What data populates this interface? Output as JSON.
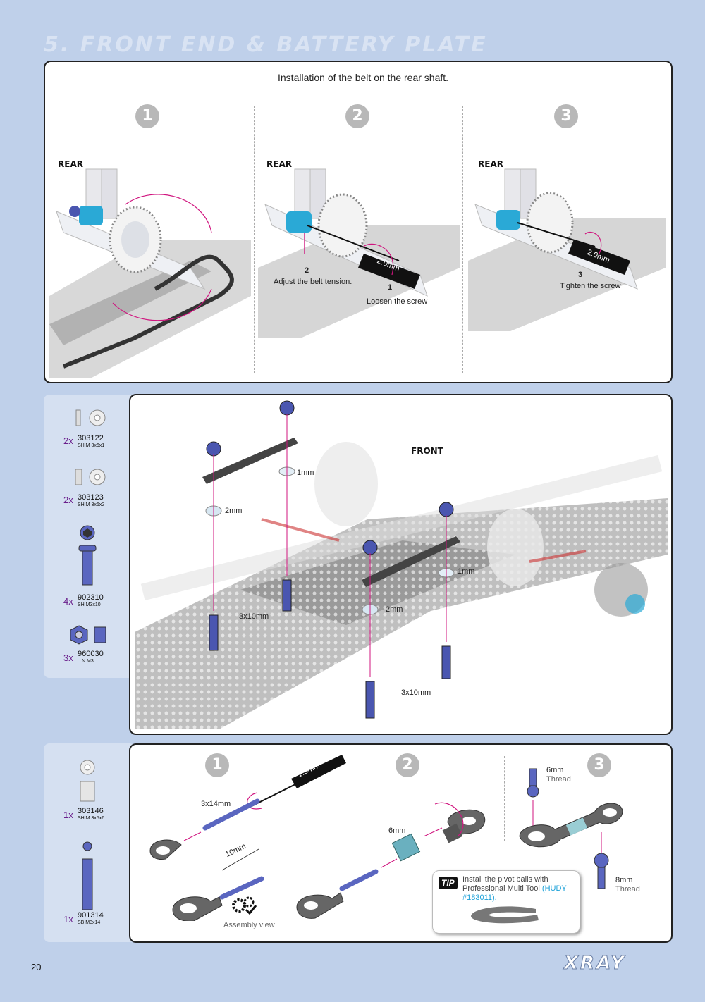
{
  "page": {
    "section_title": "5. FRONT END & BATTERY PLATE",
    "page_number": "20",
    "brand": "XRAY"
  },
  "belt_panel": {
    "heading": "Installation of the belt on the rear shaft.",
    "steps": [
      {
        "number": "1",
        "view_label": "REAR"
      },
      {
        "number": "2",
        "view_label": "REAR",
        "tool_label": "2.0mm",
        "note_a_num": "2",
        "note_a": "Adjust the belt tension.",
        "note_b_num": "1",
        "note_b": "Loosen the screw"
      },
      {
        "number": "3",
        "view_label": "REAR",
        "tool_label": "2.0mm",
        "note_num": "3",
        "note": "Tighten the screw"
      }
    ]
  },
  "battery_parts": [
    {
      "qty": "2x",
      "code": "303122",
      "desc": "SHIM 3x6x1",
      "icon": "shim-icon"
    },
    {
      "qty": "2x",
      "code": "303123",
      "desc": "SHIM 3x6x2",
      "icon": "shim-icon"
    },
    {
      "qty": "4x",
      "code": "902310",
      "desc": "SH M3x10",
      "icon": "screw-icon"
    },
    {
      "qty": "3x",
      "code": "960030",
      "desc": "N M3",
      "icon": "nut-icon"
    }
  ],
  "battery_panel": {
    "view_label": "FRONT",
    "labels": {
      "shim_1mm_a": "1mm",
      "shim_2mm_a": "2mm",
      "shim_1mm_b": "1mm",
      "shim_2mm_b": "2mm",
      "screw_a": "3x10mm",
      "screw_b": "3x10mm"
    }
  },
  "link_parts": [
    {
      "qty": "1x",
      "code": "303146",
      "desc": "SHIM 3x5x6",
      "icon": "spacer-icon"
    },
    {
      "qty": "1x",
      "code": "901314",
      "desc": "SB M3x14",
      "icon": "set-screw-icon"
    }
  ],
  "link_panel": {
    "steps": [
      {
        "number": "1",
        "tool_label": "1.5mm",
        "screw_label": "3x14mm",
        "length_label": "10mm",
        "assembly_label": "Assembly view"
      },
      {
        "number": "2",
        "spacer_label": "6mm"
      },
      {
        "number": "3",
        "thread_top_size": "6mm",
        "thread_top_word": "Thread",
        "thread_bottom_size": "8mm",
        "thread_bottom_word": "Thread"
      }
    ],
    "tip": {
      "badge": "TIP",
      "text": "Install the pivot balls with Professional Multi Tool",
      "ref": "(HUDY #183011)."
    }
  },
  "colors": {
    "background": "#bfd0ea",
    "accent_magenta": "#d0157f",
    "part_blue": "#4a56b0",
    "part_cyan": "#2aa9d6"
  }
}
